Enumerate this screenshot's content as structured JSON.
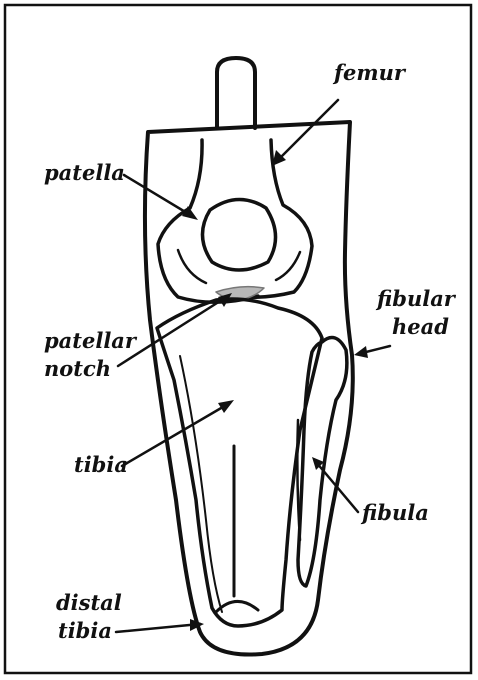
{
  "labels": {
    "femur": "femur",
    "patella": "patella",
    "fibular_head_line1": "fibular",
    "fibular_head_line2": "head",
    "patellar_notch_line1": "patellar",
    "patellar_notch_line2": "notch",
    "tibia": "tibia",
    "fibula": "fibula",
    "distal_tibia_line1": "distal",
    "distal_tibia_line2": "tibia"
  },
  "colors": {
    "line": "#111111",
    "background": "#ffffff",
    "notch_shading": "#b8b8b8"
  }
}
